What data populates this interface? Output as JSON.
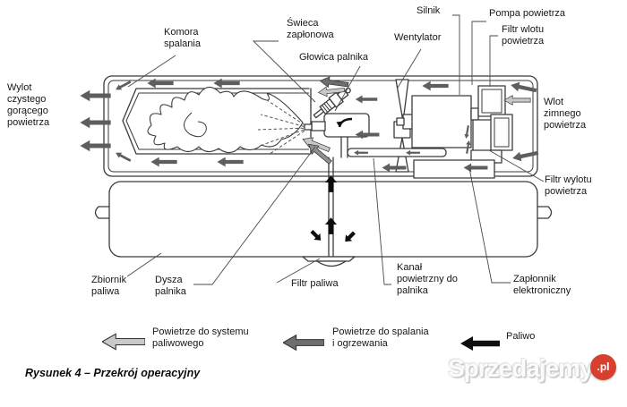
{
  "figure_caption": "Rysunek 4 – Przekrój operacyjny",
  "watermark": {
    "name": "Sprzedajemy",
    "tld": ".pl"
  },
  "component_labels": {
    "komora_spalania": "Komora\nspalania",
    "swieca_zaplonowa": "Świeca\nzapłonowa",
    "glowica_palnika": "Głowica palnika",
    "wentylator": "Wentylator",
    "silnik": "Silnik",
    "pompa_powietrza": "Pompa powietrza",
    "filtr_wlotu_powietrza": "Filtr wlotu\npowietrza",
    "wylot_czystego": "Wylot\nczystego\ngorącego\npowietrza",
    "wlot_zimnego": "Wlot\nzimnego\npowietrza",
    "filtr_wylotu_powietrza": "Filtr wylotu\npowietrza",
    "zbiornik_paliwa": "Zbiornik\npaliwa",
    "dysza_palnika": "Dysza\npalnika",
    "filtr_paliwa": "Filtr paliwa",
    "kanal_powietrzny": "Kanał\npowietrzny do\npalnika",
    "zaplonnik_elektroniczny": "Zapłonnik\nelektroniczny"
  },
  "legend": {
    "air_to_fuel_system": {
      "label": "Powietrze do systemu\npaliwowego",
      "icon": "light-gray-left-arrow-icon",
      "color": "#c9c9c9"
    },
    "air_combustion_heating": {
      "label": "Powietrze do spalania\ni ogrzewania",
      "icon": "dark-gray-left-arrow-icon",
      "color": "#6e6e6e"
    },
    "fuel": {
      "label": "Paliwo",
      "icon": "black-left-arrow-icon",
      "color": "#0d0d0d"
    }
  },
  "colors": {
    "line": "#3b3b3b",
    "dark_arrow": "#5e5e5e",
    "light_arrow": "#c9c9c9",
    "fuel_arrow": "#0d0d0d",
    "badge_red": "#d6402f",
    "background": "#ffffff"
  }
}
